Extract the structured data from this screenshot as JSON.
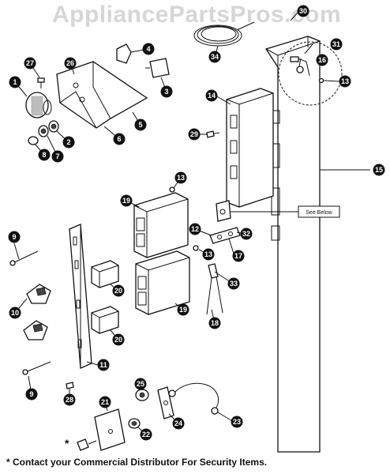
{
  "watermark": "AppliancePartsPros.com",
  "see_below_label": "See Below",
  "footer_note": "* Contact your Commercial Distributor For Security Items.",
  "security_marker": "*",
  "callouts": [
    "1",
    "2",
    "3",
    "4",
    "5",
    "6",
    "7",
    "8",
    "9",
    "9",
    "10",
    "11",
    "12",
    "13",
    "13",
    "13",
    "14",
    "15",
    "16",
    "17",
    "18",
    "19",
    "19",
    "20",
    "20",
    "21",
    "22",
    "23",
    "24",
    "25",
    "26",
    "27",
    "28",
    "29",
    "30",
    "31",
    "32",
    "33",
    "34"
  ]
}
